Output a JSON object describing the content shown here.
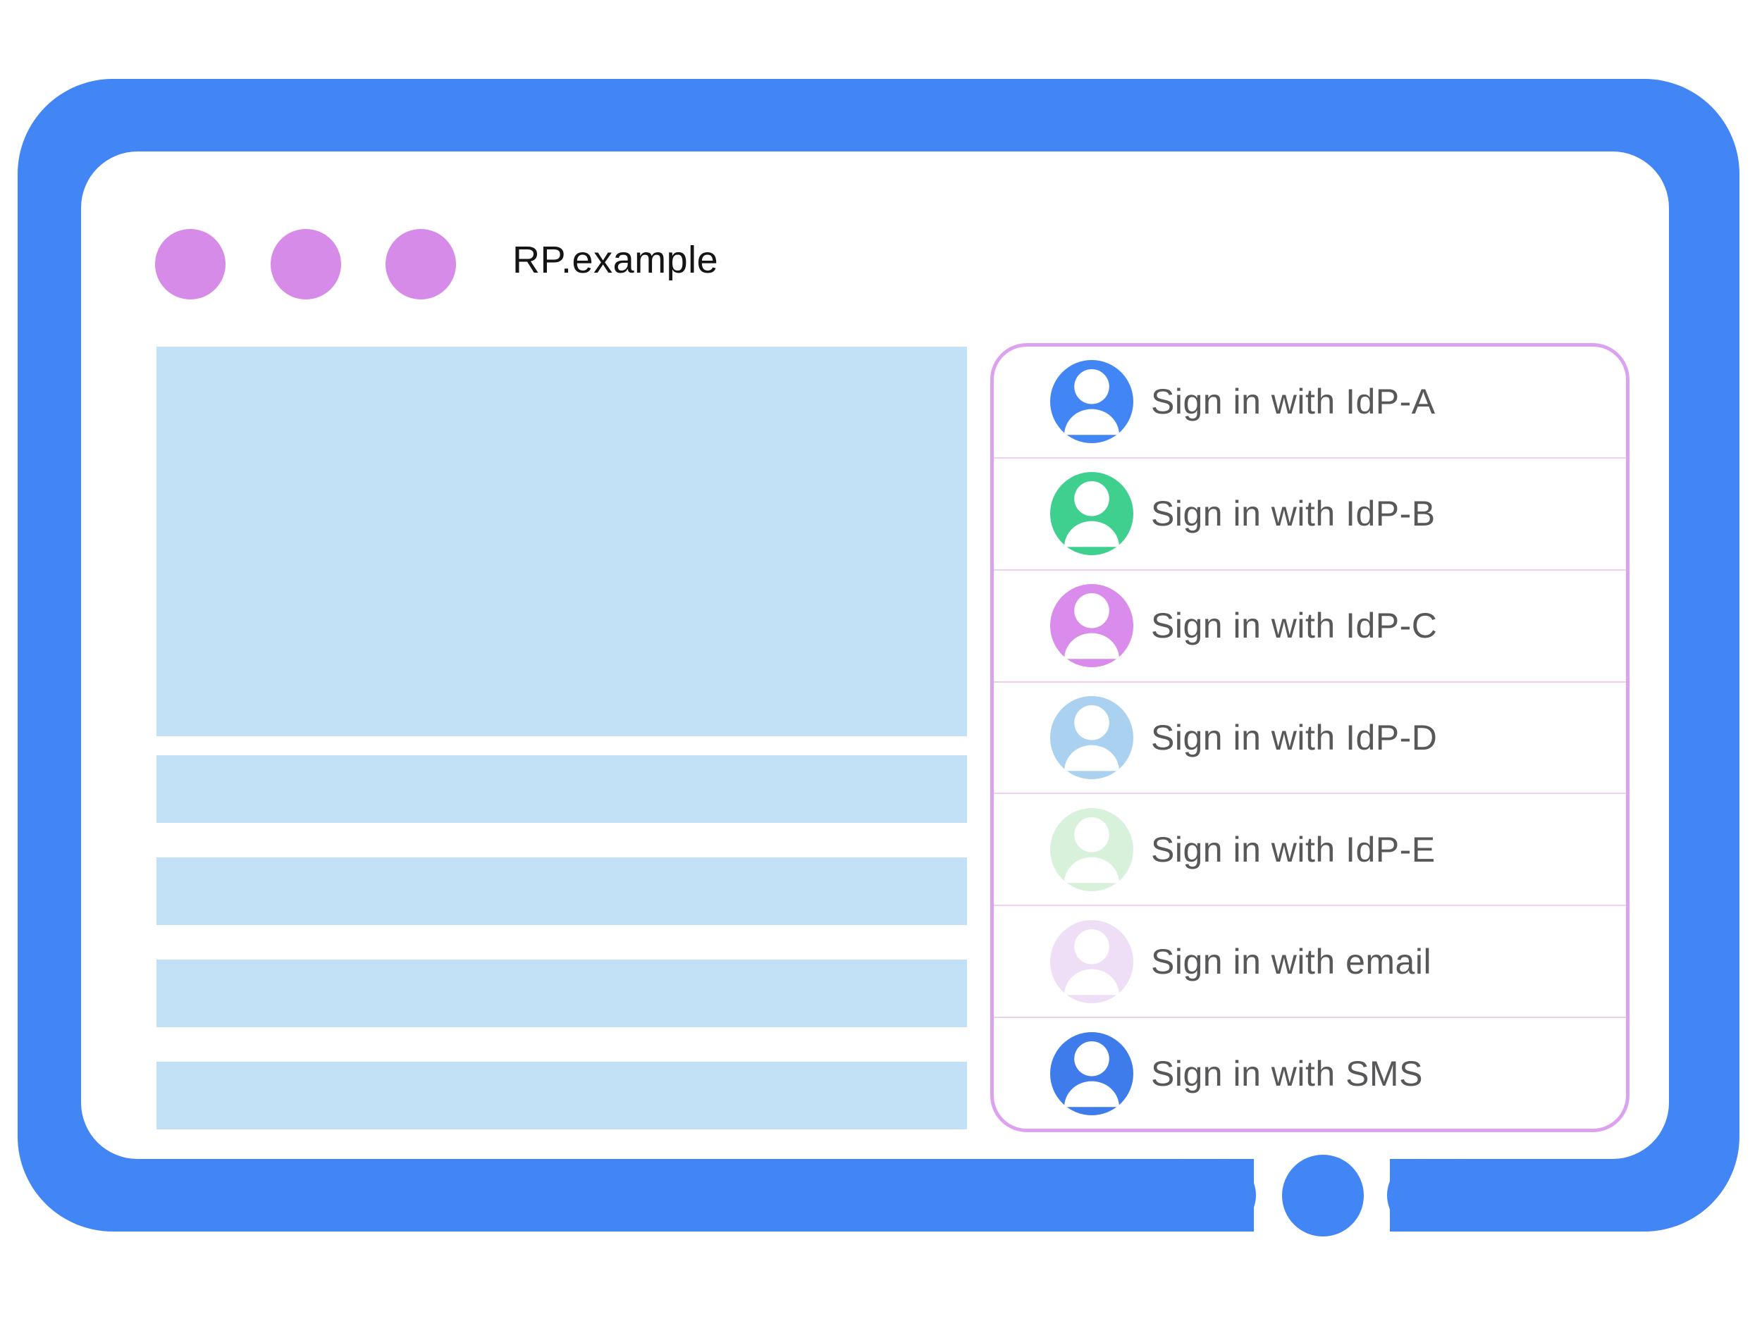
{
  "window": {
    "title": "RP.example",
    "controls": [
      "window-dot",
      "window-dot",
      "window-dot"
    ]
  },
  "colors": {
    "frame": "#4285F4",
    "window_dot": "#D78BE8",
    "placeholder": "#C2E1F6",
    "dialog_border": "#DCA2F0",
    "divider": "#EFD0F3",
    "label_text": "#58585A",
    "title_text": "#151515"
  },
  "content": {
    "placeholder_blocks": [
      "hero-block",
      "text-bar",
      "text-bar",
      "text-bar",
      "text-bar"
    ]
  },
  "dialog": {
    "items": [
      {
        "label": "Sign in with IdP-A",
        "icon": "person-icon",
        "color": "#4285F4"
      },
      {
        "label": "Sign in with IdP-B",
        "icon": "person-icon",
        "color": "#3FD08F"
      },
      {
        "label": "Sign in with IdP-C",
        "icon": "person-icon",
        "color": "#D98CEC"
      },
      {
        "label": "Sign in with IdP-D",
        "icon": "person-icon",
        "color": "#AAD2F0"
      },
      {
        "label": "Sign in with IdP-E",
        "icon": "person-icon",
        "color": "#D7F1DB"
      },
      {
        "label": "Sign in with email",
        "icon": "person-icon",
        "color": "#EEDFF7"
      },
      {
        "label": "Sign in with SMS",
        "icon": "person-icon",
        "color": "#3E7CEC"
      }
    ]
  }
}
